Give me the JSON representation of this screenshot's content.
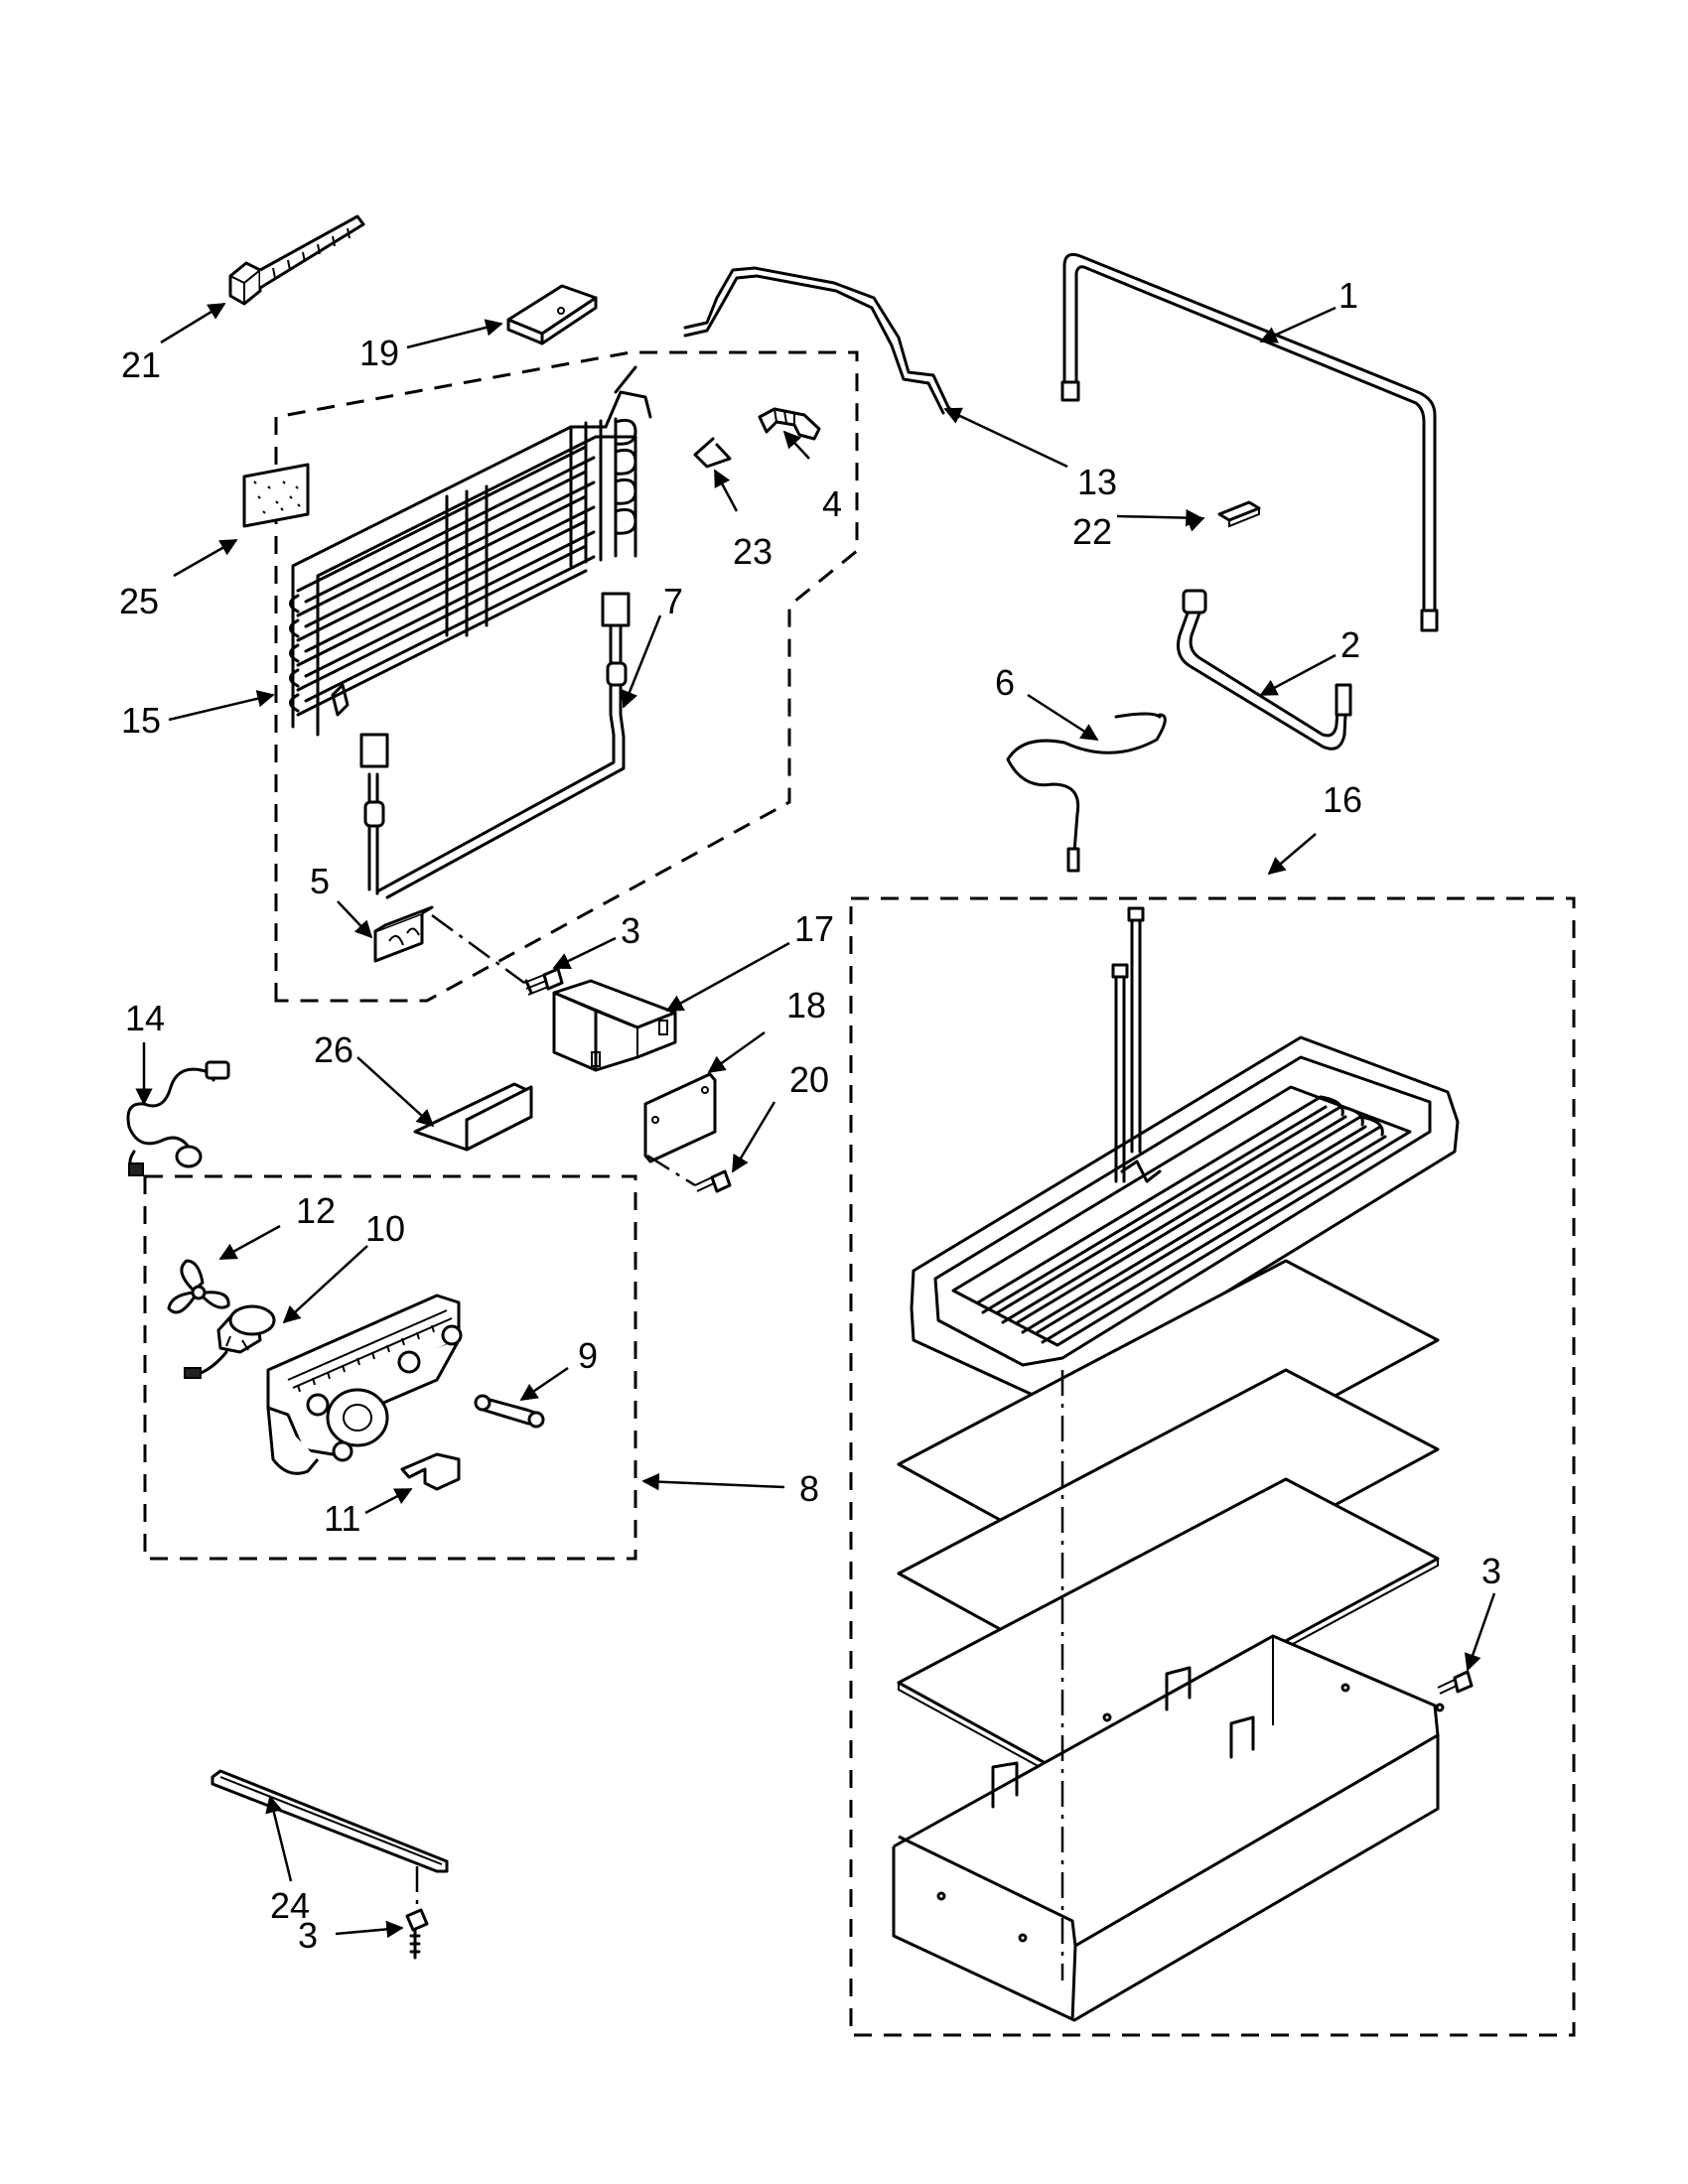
{
  "callouts": [
    {
      "id": "c1",
      "text": "1"
    },
    {
      "id": "c2",
      "text": "2"
    },
    {
      "id": "c3a",
      "text": "3"
    },
    {
      "id": "c3b",
      "text": "3"
    },
    {
      "id": "c3c",
      "text": "3"
    },
    {
      "id": "c4",
      "text": "4"
    },
    {
      "id": "c5",
      "text": "5"
    },
    {
      "id": "c6",
      "text": "6"
    },
    {
      "id": "c7",
      "text": "7"
    },
    {
      "id": "c8",
      "text": "8"
    },
    {
      "id": "c9",
      "text": "9"
    },
    {
      "id": "c10",
      "text": "10"
    },
    {
      "id": "c11",
      "text": "11"
    },
    {
      "id": "c12",
      "text": "12"
    },
    {
      "id": "c13",
      "text": "13"
    },
    {
      "id": "c14",
      "text": "14"
    },
    {
      "id": "c15",
      "text": "15"
    },
    {
      "id": "c16",
      "text": "16"
    },
    {
      "id": "c17",
      "text": "17"
    },
    {
      "id": "c18",
      "text": "18"
    },
    {
      "id": "c19",
      "text": "19"
    },
    {
      "id": "c20",
      "text": "20"
    },
    {
      "id": "c21",
      "text": "21"
    },
    {
      "id": "c22",
      "text": "22"
    },
    {
      "id": "c23",
      "text": "23"
    },
    {
      "id": "c24",
      "text": "24"
    },
    {
      "id": "c25",
      "text": "25"
    },
    {
      "id": "c26",
      "text": "26"
    }
  ]
}
